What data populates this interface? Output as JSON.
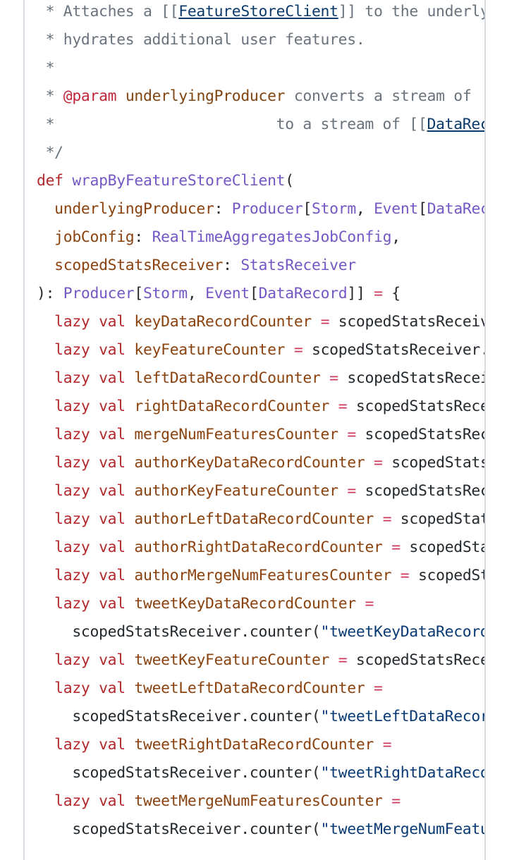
{
  "code_lines": [
    [
      [
        "c",
        " * Attaches a [["
      ],
      [
        "link",
        "FeatureStoreClient"
      ],
      [
        "c",
        "]] to the underlying producer and"
      ]
    ],
    [
      [
        "c",
        " * hydrates additional user features."
      ]
    ],
    [
      [
        "c",
        " *"
      ]
    ],
    [
      [
        "c",
        " * "
      ],
      [
        "tag",
        "@param"
      ],
      [
        "c",
        " "
      ],
      [
        "pname",
        "underlyingProducer"
      ],
      [
        "c",
        " converts a stream of"
      ]
    ],
    [
      [
        "c",
        " *                         to a stream of [["
      ],
      [
        "link",
        "DataRecord"
      ],
      [
        "c",
        "]]"
      ]
    ],
    [
      [
        "c",
        " */"
      ]
    ],
    [
      [
        "kw",
        "def"
      ],
      [
        "p",
        " "
      ],
      [
        "ty",
        "wrapByFeatureStoreClient"
      ],
      [
        "p",
        "("
      ]
    ],
    [
      [
        "p",
        "  "
      ],
      [
        "id",
        "underlyingProducer"
      ],
      [
        "p",
        ": "
      ],
      [
        "ty",
        "Producer"
      ],
      [
        "p",
        "["
      ],
      [
        "ty",
        "Storm"
      ],
      [
        "p",
        ", "
      ],
      [
        "ty",
        "Event"
      ],
      [
        "p",
        "["
      ],
      [
        "ty",
        "DataRecord"
      ],
      [
        "p",
        "]]],"
      ]
    ],
    [
      [
        "p",
        "  "
      ],
      [
        "id",
        "jobConfig"
      ],
      [
        "p",
        ": "
      ],
      [
        "ty",
        "RealTimeAggregatesJobConfig"
      ],
      [
        "p",
        ","
      ]
    ],
    [
      [
        "p",
        "  "
      ],
      [
        "id",
        "scopedStatsReceiver"
      ],
      [
        "p",
        ": "
      ],
      [
        "ty",
        "StatsReceiver"
      ]
    ],
    [
      [
        "p",
        "): "
      ],
      [
        "ty",
        "Producer"
      ],
      [
        "p",
        "["
      ],
      [
        "ty",
        "Storm"
      ],
      [
        "p",
        ", "
      ],
      [
        "ty",
        "Event"
      ],
      [
        "p",
        "["
      ],
      [
        "ty",
        "DataRecord"
      ],
      [
        "p",
        "]] "
      ],
      [
        "op",
        "="
      ],
      [
        "p",
        " {"
      ]
    ],
    [
      [
        "p",
        "  "
      ],
      [
        "kw",
        "lazy val"
      ],
      [
        "p",
        " "
      ],
      [
        "id",
        "keyDataRecordCounter"
      ],
      [
        "p",
        " "
      ],
      [
        "op",
        "="
      ],
      [
        "p",
        " scopedStatsReceiver.counter(\"keyDataRecord\")"
      ]
    ],
    [
      [
        "p",
        "  "
      ],
      [
        "kw",
        "lazy val"
      ],
      [
        "p",
        " "
      ],
      [
        "id",
        "keyFeatureCounter"
      ],
      [
        "p",
        " "
      ],
      [
        "op",
        "="
      ],
      [
        "p",
        " scopedStatsReceiver.counter(\"keyFeature\")"
      ]
    ],
    [
      [
        "p",
        "  "
      ],
      [
        "kw",
        "lazy val"
      ],
      [
        "p",
        " "
      ],
      [
        "id",
        "leftDataRecordCounter"
      ],
      [
        "p",
        " "
      ],
      [
        "op",
        "="
      ],
      [
        "p",
        " scopedStatsReceiver.counter(\"leftDataRecord\")"
      ]
    ],
    [
      [
        "p",
        "  "
      ],
      [
        "kw",
        "lazy val"
      ],
      [
        "p",
        " "
      ],
      [
        "id",
        "rightDataRecordCounter"
      ],
      [
        "p",
        " "
      ],
      [
        "op",
        "="
      ],
      [
        "p",
        " scopedStatsReceiver.counter(\"rightDataRecord\")"
      ]
    ],
    [
      [
        "p",
        "  "
      ],
      [
        "kw",
        "lazy val"
      ],
      [
        "p",
        " "
      ],
      [
        "id",
        "mergeNumFeaturesCounter"
      ],
      [
        "p",
        " "
      ],
      [
        "op",
        "="
      ],
      [
        "p",
        " scopedStatsReceiver.counter(\"mergeNumFeatures\")"
      ]
    ],
    [
      [
        "p",
        "  "
      ],
      [
        "kw",
        "lazy val"
      ],
      [
        "p",
        " "
      ],
      [
        "id",
        "authorKeyDataRecordCounter"
      ],
      [
        "p",
        " "
      ],
      [
        "op",
        "="
      ],
      [
        "p",
        " scopedStatsReceiver.counter(\"authorKeyDataRecord\")"
      ]
    ],
    [
      [
        "p",
        "  "
      ],
      [
        "kw",
        "lazy val"
      ],
      [
        "p",
        " "
      ],
      [
        "id",
        "authorKeyFeatureCounter"
      ],
      [
        "p",
        " "
      ],
      [
        "op",
        "="
      ],
      [
        "p",
        " scopedStatsReceiver.counter(\"authorKeyFeature\")"
      ]
    ],
    [
      [
        "p",
        "  "
      ],
      [
        "kw",
        "lazy val"
      ],
      [
        "p",
        " "
      ],
      [
        "id",
        "authorLeftDataRecordCounter"
      ],
      [
        "p",
        " "
      ],
      [
        "op",
        "="
      ],
      [
        "p",
        " scopedStatsReceiver.counter(\"authorLeftDataRecord\")"
      ]
    ],
    [
      [
        "p",
        "  "
      ],
      [
        "kw",
        "lazy val"
      ],
      [
        "p",
        " "
      ],
      [
        "id",
        "authorRightDataRecordCounter"
      ],
      [
        "p",
        " "
      ],
      [
        "op",
        "="
      ],
      [
        "p",
        " scopedStatsReceiver.counter(\"authorRightDataRecord\")"
      ]
    ],
    [
      [
        "p",
        "  "
      ],
      [
        "kw",
        "lazy val"
      ],
      [
        "p",
        " "
      ],
      [
        "id",
        "authorMergeNumFeaturesCounter"
      ],
      [
        "p",
        " "
      ],
      [
        "op",
        "="
      ],
      [
        "p",
        " scopedStatsReceiver.counter(\"authorMergeNumFeatures\")"
      ]
    ],
    [
      [
        "p",
        "  "
      ],
      [
        "kw",
        "lazy val"
      ],
      [
        "p",
        " "
      ],
      [
        "id",
        "tweetKeyDataRecordCounter"
      ],
      [
        "p",
        " "
      ],
      [
        "op",
        "="
      ]
    ],
    [
      [
        "p",
        "    scopedStatsReceiver.counter("
      ],
      [
        "str",
        "\"tweetKeyDataRecord\""
      ],
      [
        "p",
        ")"
      ]
    ],
    [
      [
        "p",
        "  "
      ],
      [
        "kw",
        "lazy val"
      ],
      [
        "p",
        " "
      ],
      [
        "id",
        "tweetKeyFeatureCounter"
      ],
      [
        "p",
        " "
      ],
      [
        "op",
        "="
      ],
      [
        "p",
        " scopedStatsReceiver.counter(\"tweetKeyFeature\")"
      ]
    ],
    [
      [
        "p",
        "  "
      ],
      [
        "kw",
        "lazy val"
      ],
      [
        "p",
        " "
      ],
      [
        "id",
        "tweetLeftDataRecordCounter"
      ],
      [
        "p",
        " "
      ],
      [
        "op",
        "="
      ]
    ],
    [
      [
        "p",
        "    scopedStatsReceiver.counter("
      ],
      [
        "str",
        "\"tweetLeftDataRecord\""
      ],
      [
        "p",
        ")"
      ]
    ],
    [
      [
        "p",
        "  "
      ],
      [
        "kw",
        "lazy val"
      ],
      [
        "p",
        " "
      ],
      [
        "id",
        "tweetRightDataRecordCounter"
      ],
      [
        "p",
        " "
      ],
      [
        "op",
        "="
      ]
    ],
    [
      [
        "p",
        "    scopedStatsReceiver.counter("
      ],
      [
        "str",
        "\"tweetRightDataRecord\""
      ],
      [
        "p",
        ")"
      ]
    ],
    [
      [
        "p",
        "  "
      ],
      [
        "kw",
        "lazy val"
      ],
      [
        "p",
        " "
      ],
      [
        "id",
        "tweetMergeNumFeaturesCounter"
      ],
      [
        "p",
        " "
      ],
      [
        "op",
        "="
      ]
    ],
    [
      [
        "p",
        "    scopedStatsReceiver.counter("
      ],
      [
        "str",
        "\"tweetMergeNumFeatures\""
      ],
      [
        "p",
        ")"
      ]
    ]
  ]
}
